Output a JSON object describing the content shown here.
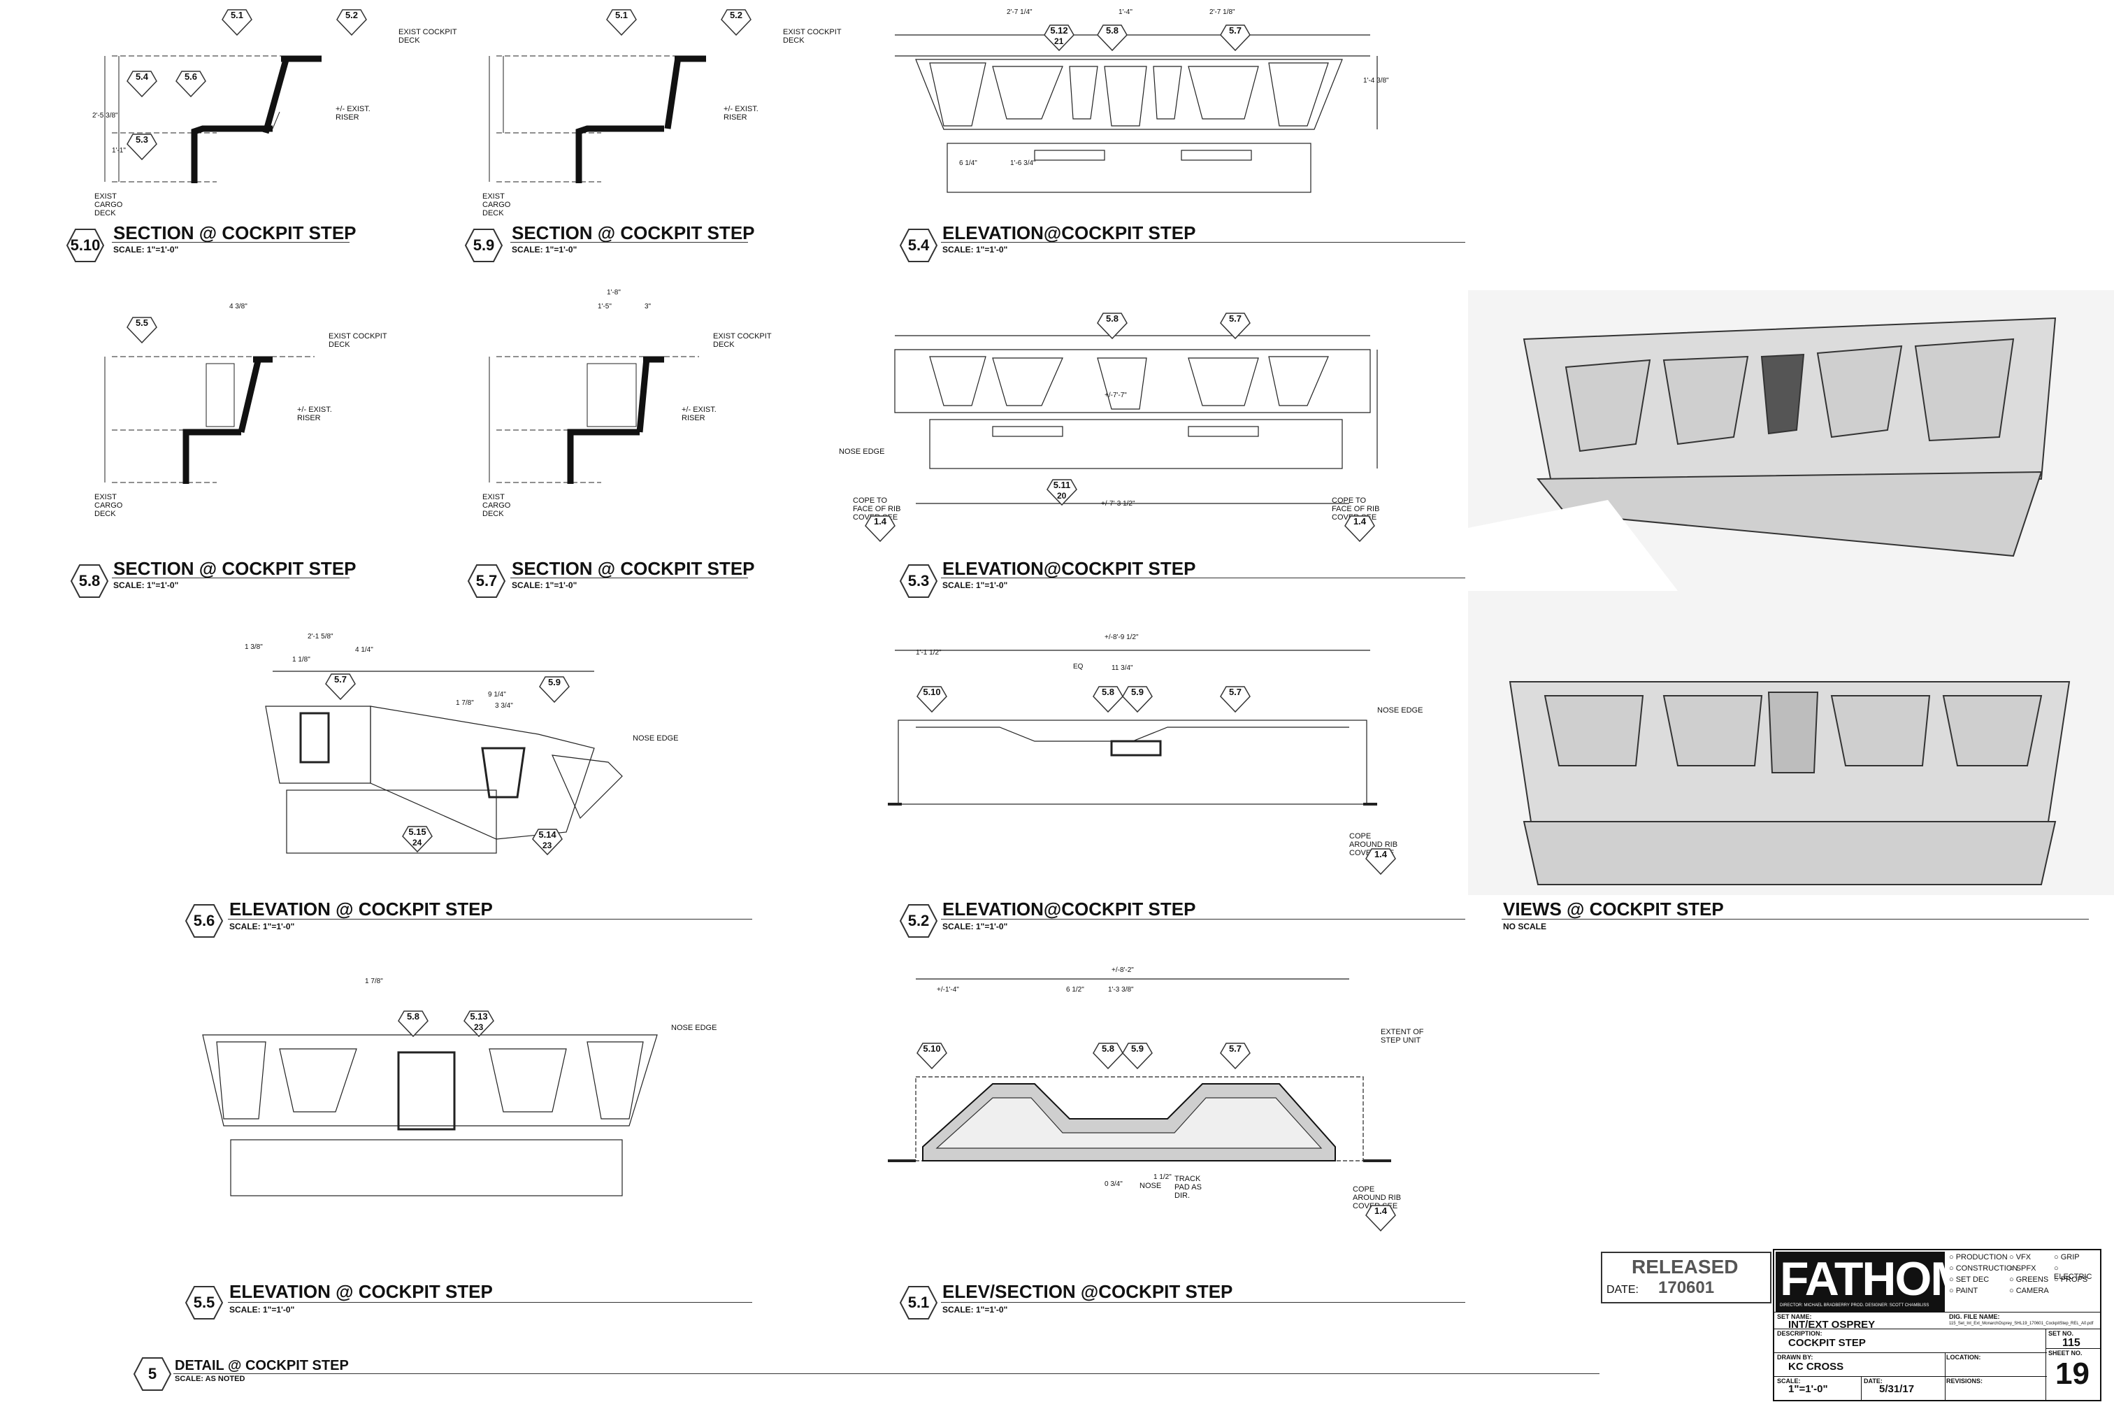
{
  "sheet": {
    "views": [
      {
        "id": "5.10",
        "title": "SECTION @ COCKPIT STEP",
        "scale": "SCALE: 1\"=1'-0\""
      },
      {
        "id": "5.9",
        "title": "SECTION @ COCKPIT STEP",
        "scale": "SCALE: 1\"=1'-0\""
      },
      {
        "id": "5.4",
        "title": "ELEVATION@COCKPIT STEP",
        "scale": "SCALE: 1\"=1'-0\""
      },
      {
        "id": "5.8",
        "title": "SECTION @ COCKPIT STEP",
        "scale": "SCALE: 1\"=1'-0\""
      },
      {
        "id": "5.7",
        "title": "SECTION @ COCKPIT STEP",
        "scale": "SCALE: 1\"=1'-0\""
      },
      {
        "id": "5.3",
        "title": "ELEVATION@COCKPIT STEP",
        "scale": "SCALE: 1\"=1'-0\""
      },
      {
        "id": "5.6",
        "title": "ELEVATION @ COCKPIT STEP",
        "scale": "SCALE: 1\"=1'-0\""
      },
      {
        "id": "5.2",
        "title": "ELEVATION@COCKPIT STEP",
        "scale": "SCALE: 1\"=1'-0\""
      },
      {
        "id": "",
        "title": "VIEWS @ COCKPIT STEP",
        "scale": "NO SCALE"
      },
      {
        "id": "5.5",
        "title": "ELEVATION @ COCKPIT STEP",
        "scale": "SCALE: 1\"=1'-0\""
      },
      {
        "id": "5.1",
        "title": "ELEV/SECTION @COCKPIT STEP",
        "scale": "SCALE: 1\"=1'-0\""
      },
      {
        "id": "5",
        "title": "DETAIL @ COCKPIT STEP",
        "scale": "SCALE: AS NOTED"
      }
    ],
    "notes": {
      "exist_cockpit_deck": "EXIST COCKPIT DECK",
      "exist_riser": "+/- EXIST. RISER",
      "exist_cargo_deck": "EXIST CARGO DECK",
      "nose_edge": "NOSE EDGE",
      "cope_rib": "COPE TO FACE OF RIB COVER SEE",
      "cope_around": "COPE AROUND RIB COVER SEE",
      "extent": "EXTENT OF STEP UNIT",
      "track_pad": "TRACK PAD AS DIR.",
      "nose": "NOSE"
    },
    "markers": [
      "5.1",
      "5.2",
      "5.3",
      "5.4",
      "5.5",
      "5.6",
      "5.7",
      "5.8",
      "5.9",
      "5.10",
      "5.11",
      "5.12",
      "5.13",
      "5.14",
      "5.15",
      "1.4"
    ],
    "dims": {
      "d1": "2'-7 1/4\"",
      "d2": "1'-4\"",
      "d3": "2'-7 1/8\"",
      "d4": "1'-4 3/8\"",
      "d5": "2'-5 3/8\"",
      "d6": "1'-1\"",
      "d7": "6 1/4\"",
      "d8": "1'-6 3/4\"",
      "d9": "+/-7'-7\"",
      "d10": "+/-7'-3 1/2\"",
      "d11": "+/-8'-9 1/2\"",
      "d12": "1'-1 1/2\"",
      "d13": "11 3/4\"",
      "d14": "EQ",
      "d15": "+/-8'-2\"",
      "d16": "+/-1'-4\"",
      "d17": "6 1/2\"",
      "d18": "1'-3 3/8\"",
      "d19": "1 7/8\"",
      "d20": "4 3/8\"",
      "d21": "1'-8\"",
      "d22": "1'-5\"",
      "d23": "3\"",
      "d24": "2'-1 5/8\"",
      "d25": "1 3/8\"",
      "d26": "1 1/8\"",
      "d27": "4 1/4\"",
      "d28": "9 1/4\"",
      "d29": "1 7/8\"",
      "d30": "3 3/4\"",
      "d31": "0 3/4\"",
      "d32": "1 1/2\""
    },
    "counts": {
      "a": "21",
      "b": "20",
      "c": "24",
      "d": "23",
      "e": "23"
    },
    "stamp": {
      "label": "RELEASED",
      "date_label": "DATE:",
      "date": "170601"
    },
    "titleblock": {
      "logo": "FATHOM",
      "credits": "DIRECTOR: MICHAEL BRADBERRY    PROD. DESIGNER: SCOTT CHAMBLISS",
      "checks": [
        "PRODUCTION",
        "CONSTRUCTION",
        "SET DEC",
        "PAINT",
        "VFX",
        "SPFX",
        "GREENS",
        "CAMERA",
        "GRIP",
        "ELECTRIC",
        "PROPS"
      ],
      "dig_file_label": "DIG. FILE NAME:",
      "dig_file": "115_Set_Int_Ext_MonarchOsprey_SHL19_170601_CockpitStep_REL_A0.pdf",
      "set_name_label": "SET NAME:",
      "set_name": "INT/EXT OSPREY",
      "set_no_label": "SET NO.",
      "set_no": "115",
      "description_label": "DESCRIPTION:",
      "description": "COCKPIT STEP",
      "sheet_no_label": "SHEET NO.",
      "sheet_no": "19",
      "drawn_by_label": "DRAWN BY:",
      "drawn_by": "KC CROSS",
      "location_label": "LOCATION:",
      "scale_label": "SCALE:",
      "scale": "1\"=1'-0\"",
      "date_label": "DATE:",
      "date": "5/31/17",
      "revisions_label": "REVISIONS:"
    }
  }
}
